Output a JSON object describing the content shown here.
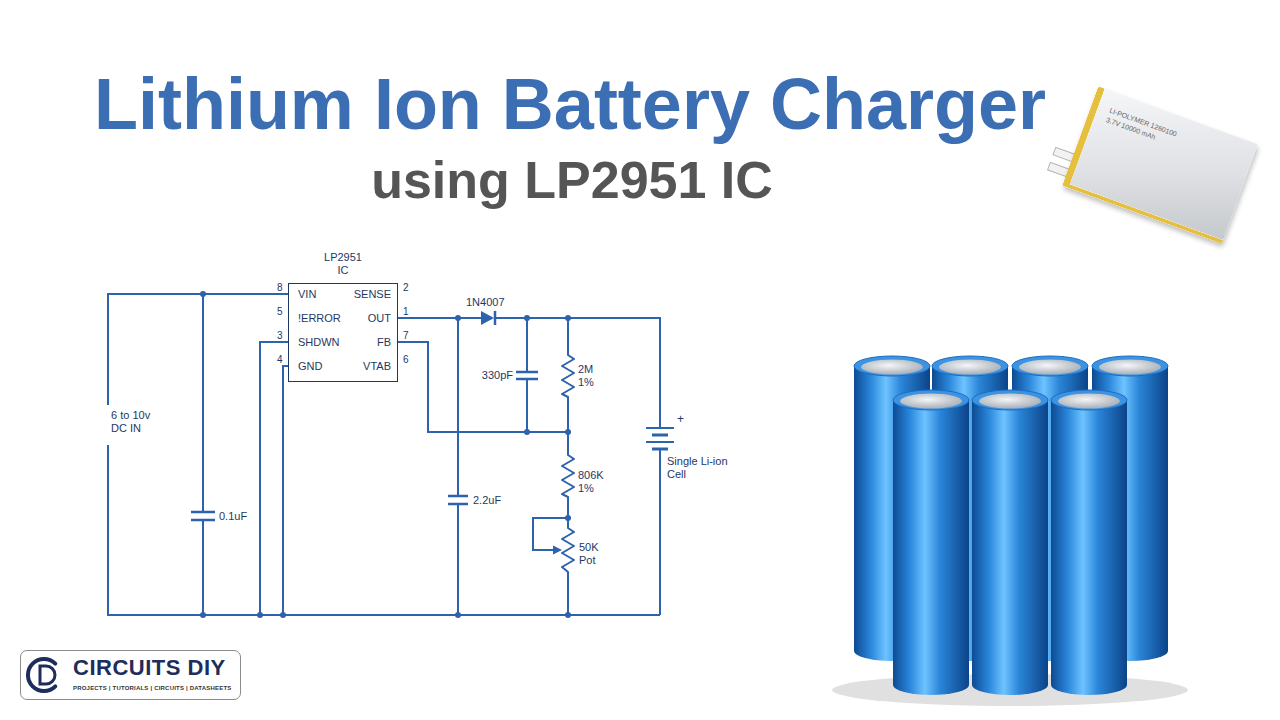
{
  "diagram": {
    "title": "Lithium Ion Battery Charger",
    "nodes": [
      {
        "text": [
          "LP2951 IC",
          "VIN",
          "!ERROR",
          "SHDWN",
          "GND",
          "SENSE",
          "OUT",
          "FB",
          "VTAB"
        ]
      },
      {
        "text": [
          "LI-POLYMER 1260100",
          "3.7V 10000 mAh"
        ]
      },
      {
        "text": [
          "CIRCUITS DIY",
          "PROJECTS | TUTORIALS | CIRCUITS | DATASHEETS"
        ]
      }
    ],
    "labels": [
      "using LP2951 IC",
      "8",
      "5",
      "3",
      "4",
      "2",
      "1",
      "7",
      "6",
      "1N4007",
      "330pF",
      "2M 1%",
      "2.2uF",
      "806K 1%",
      "50K Pot",
      "0.1uF",
      "6 to 10v DC IN",
      "+",
      "Single Li-ion Cell"
    ]
  }
}
